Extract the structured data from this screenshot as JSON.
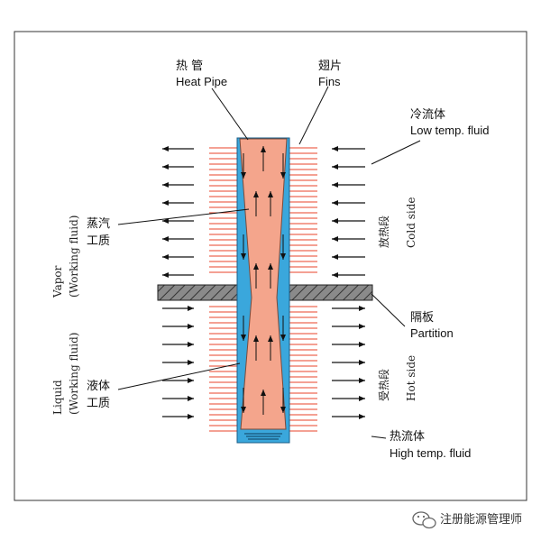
{
  "labels": {
    "heat_pipe_cn": "热 管",
    "heat_pipe_en": "Heat Pipe",
    "fins_cn": "翅片",
    "fins_en": "Fins",
    "low_temp_cn": "冷流体",
    "low_temp_en": "Low temp. fluid",
    "vapor_cn_1": "蒸汽",
    "vapor_cn_2": "工质",
    "vapor_en_1": "Vapor",
    "vapor_en_2": "(Working fluid)",
    "cold_side_cn": "放热段",
    "cold_side_en": "Cold side",
    "partition_cn": "隔板",
    "partition_en": "Partition",
    "liquid_cn_1": "液体",
    "liquid_cn_2": "工质",
    "liquid_en_1": "Liquid",
    "liquid_en_2": "(Working fluid)",
    "hot_side_cn": "受热段",
    "hot_side_en": "Hot side",
    "high_temp_cn": "热流体",
    "high_temp_en": "High temp. fluid"
  },
  "watermark": {
    "text": "注册能源管理师",
    "icon": "wechat-icon"
  },
  "colors": {
    "pipe_core": "#f4a58c",
    "pipe_wall": "#3aa7dc",
    "fins": "#e8432a",
    "partition": "#777777",
    "arrow": "#111111",
    "frame": "#333333"
  }
}
